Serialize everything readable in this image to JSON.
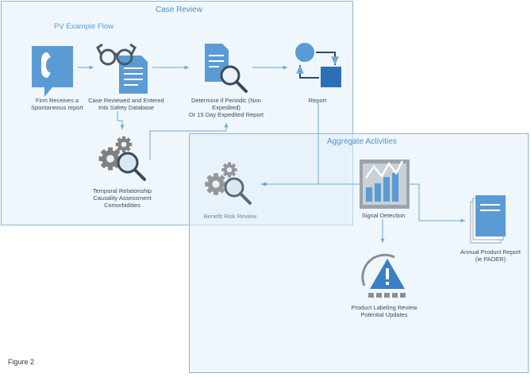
{
  "diagram": {
    "case_review": {
      "title": "Case Review",
      "subtitle": "PV Example Flow"
    },
    "aggregate": {
      "title": "Aggregate Activities"
    },
    "nodes": {
      "firm": {
        "line1": "Firm Receives a",
        "line2": "Spontaneous report",
        "icon": "phone-chat-icon"
      },
      "case_reviewed": {
        "line1": "Case Reviewed and Entered",
        "line2": "Into Safety Database",
        "icon": "glasses-document-icon"
      },
      "determine": {
        "line1": "Determine if Periodic (Non",
        "line2": "Expedited)",
        "line3": "Or 15 Day Expedited Report",
        "icon": "document-magnifier-icon"
      },
      "report": {
        "line1": "Report",
        "icon": "flow-report-icon"
      },
      "temporal": {
        "line1": "Temporal Relationship",
        "line2": "Causality Assessment",
        "line3": "Comorbidities",
        "icon": "gears-magnifier-icon"
      },
      "benefit_risk": {
        "line1": "Benefit Risk Review",
        "icon": "gears-magnifier-icon"
      },
      "signal": {
        "line1": "Signal Detection",
        "icon": "chart-monitor-icon"
      },
      "annual": {
        "line1": "Annual Product  Report",
        "line2": "(ie PADER)",
        "icon": "document-stack-icon"
      },
      "labeling": {
        "line1": "Product Labeling Review",
        "line2": "Potential Updates",
        "icon": "warning-gauge-icon"
      }
    },
    "caption": "Figure 2",
    "colors": {
      "icon_blue": "#5b9bd5",
      "icon_dark": "#2d6fb5",
      "gear_gray": "#7f7f7f",
      "border": "#8fb6cf",
      "arrow": "#6aa8d6"
    }
  }
}
